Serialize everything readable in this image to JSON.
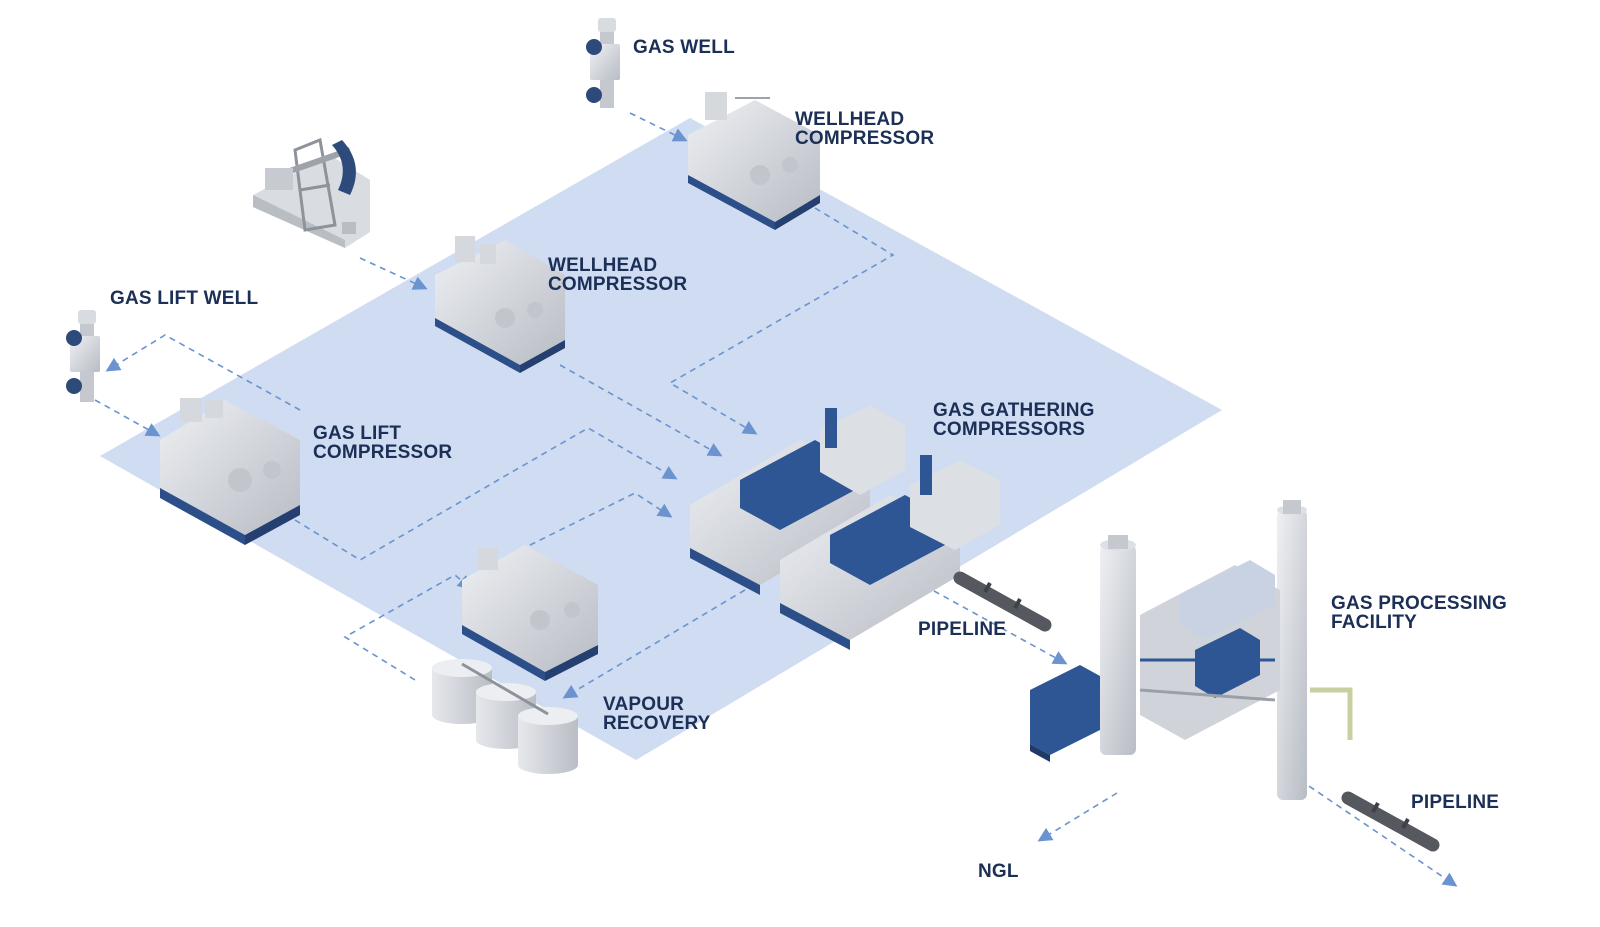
{
  "labels": {
    "gas_well": [
      "GAS WELL"
    ],
    "wellhead_compressor_top": [
      "WELLHEAD",
      "COMPRESSOR"
    ],
    "wellhead_compressor_mid": [
      "WELLHEAD",
      "COMPRESSOR"
    ],
    "gas_lift_well": [
      "GAS LIFT WELL"
    ],
    "gas_lift_compressor": [
      "GAS LIFT",
      "COMPRESSOR"
    ],
    "gas_gathering_compressors": [
      "GAS GATHERING",
      "COMPRESSORS"
    ],
    "vapour_recovery": [
      "VAPOUR",
      "RECOVERY"
    ],
    "pipeline_mid": [
      "PIPELINE"
    ],
    "gas_processing_facility": [
      "GAS PROCESSING",
      "FACILITY"
    ],
    "pipeline_right": [
      "PIPELINE"
    ],
    "ngl": [
      "NGL"
    ]
  },
  "colors": {
    "platform": "#cfdcf1",
    "flow_line": "#6a93cf",
    "label_text": "#1b2f57",
    "equipment_grey": "#c9ccd2",
    "equipment_blue": "#2c4f8a"
  }
}
